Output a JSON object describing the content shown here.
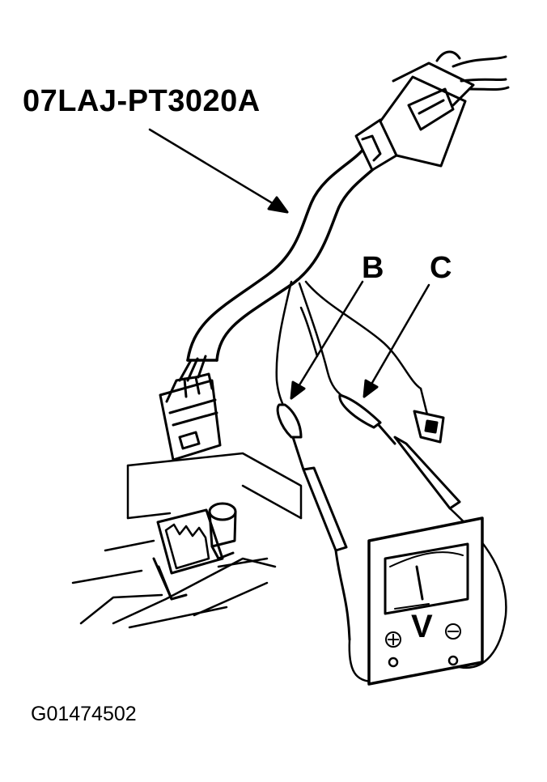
{
  "figure": {
    "part_number": "07LAJ-PT3020A",
    "callout_b": "B",
    "callout_c": "C",
    "meter_symbol": "V",
    "figure_id": "G01474502"
  },
  "colors": {
    "ink": "#000000",
    "paper": "#ffffff"
  },
  "icons": {
    "meter_positive_terminal": "circle-plus",
    "meter_negative_terminal": "circle-minus"
  }
}
